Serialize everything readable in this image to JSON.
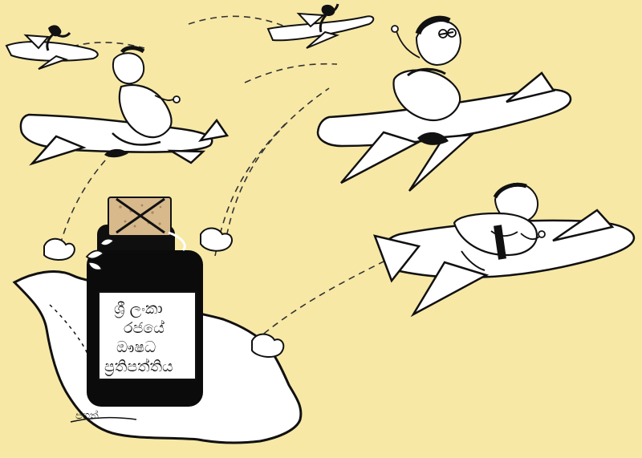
{
  "cartoon": {
    "bottle_label_lines": [
      "ශ්‍රී ලංකා",
      "රජයේ",
      "ඖෂධ",
      "ප්‍රතිපත්තිය"
    ],
    "signature": "ජගත්"
  },
  "colors": {
    "background": "#f7e8a6",
    "ink": "#111111",
    "paper": "#ffffff"
  }
}
